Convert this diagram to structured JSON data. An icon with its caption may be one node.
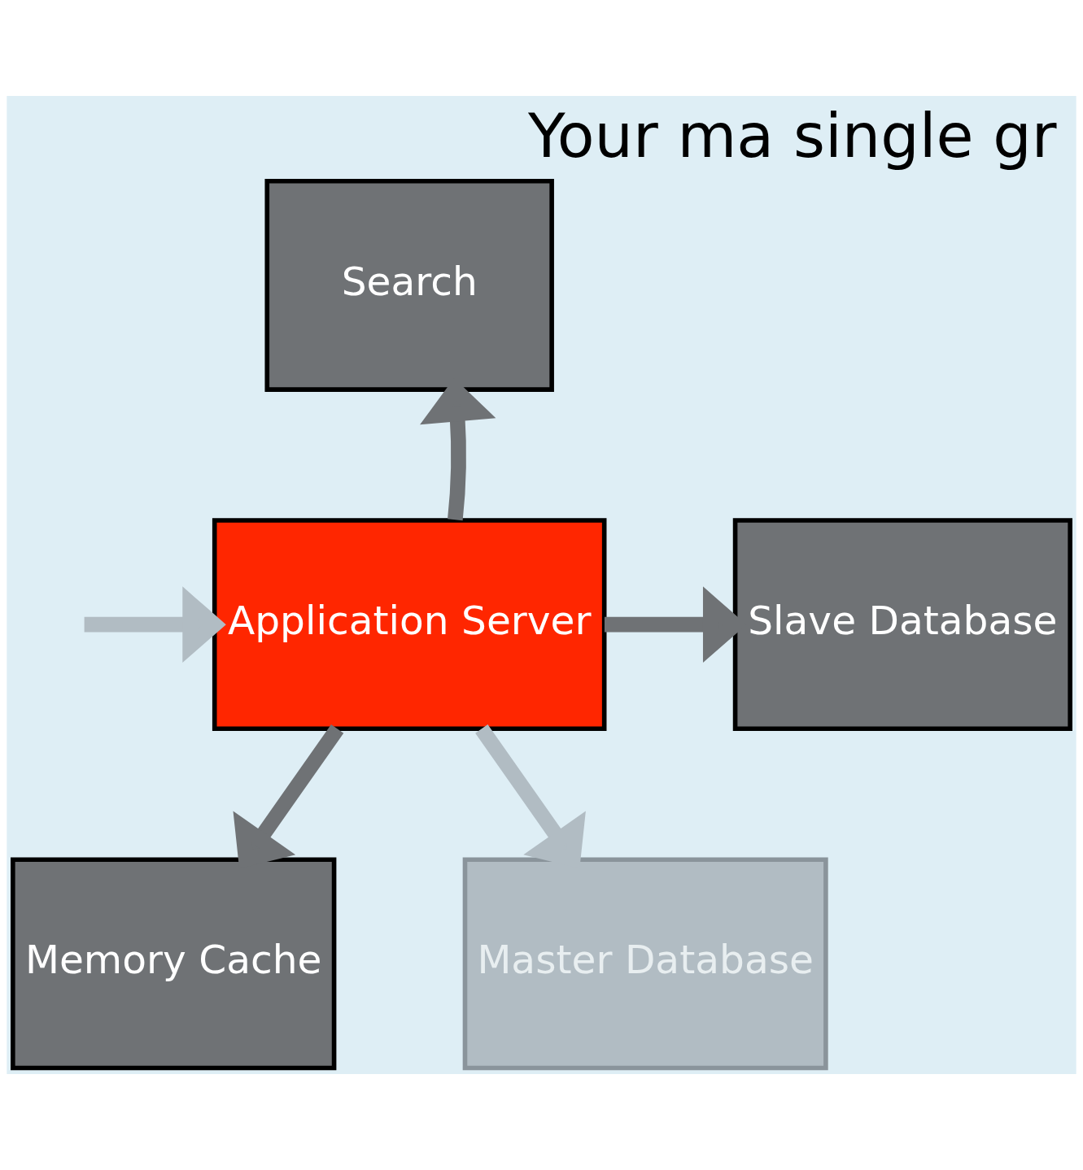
{
  "diagram": {
    "title": "Your ma single gr",
    "nodes": [
      {
        "text": [
          "Search"
        ]
      },
      {
        "text": [
          "Application Server"
        ]
      },
      {
        "text": [
          "Slave Database"
        ]
      },
      {
        "text": [
          "Memory Cache"
        ]
      },
      {
        "text": [
          "Master Database"
        ]
      }
    ],
    "edges": [
      {
        "from": null,
        "to": 1,
        "arrow": "to",
        "color": "#b1bcc3"
      },
      {
        "from": 1,
        "to": 0,
        "arrow": "to"
      },
      {
        "from": 1,
        "to": 2,
        "arrow": "to"
      },
      {
        "from": 1,
        "to": 3,
        "arrow": "to"
      },
      {
        "from": 1,
        "to": 4,
        "arrow": "to",
        "color": "#b1bcc3"
      }
    ]
  }
}
